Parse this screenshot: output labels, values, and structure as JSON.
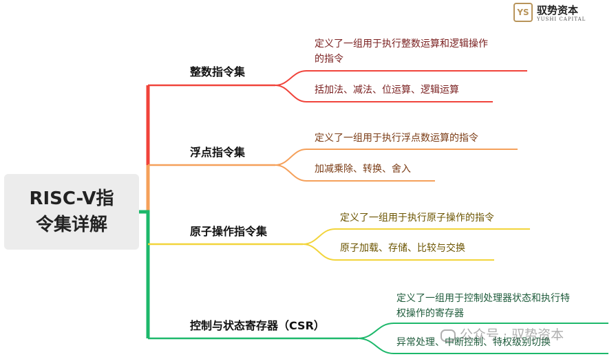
{
  "logo": {
    "cn": "驭势资本",
    "en": "YUSHI CAPITAL",
    "mark": "YS"
  },
  "root": {
    "line1": "RISC-V指",
    "line2": "令集详解"
  },
  "branches": [
    {
      "label": "整数指令集",
      "color": "#f0433a",
      "leaves": [
        "定义了一组用于执行整数运算和逻辑操作",
        "的指令",
        "括加法、减法、位运算、逻辑运算"
      ]
    },
    {
      "label": "浮点指令集",
      "color": "#f5a05a",
      "leaves": [
        "定义了一组用于执行浮点数运算的指令",
        "加减乘除、转换、舍入"
      ]
    },
    {
      "label": "原子操作指令集",
      "color": "#f2d43a",
      "leaves": [
        "定义了一组用于执行原子操作的指令",
        "原子加载、存储、比较与交换"
      ]
    },
    {
      "label": "控制与状态寄存器（CSR）",
      "color": "#1db86b",
      "leaves": [
        "定义了一组用于控制处理器状态和执行特",
        "权操作的寄存器",
        "异常处理、中断控制、特权级别切换"
      ]
    }
  ],
  "watermark": {
    "text": "公众号 · 驭势资本",
    "icon": "wechat-icon"
  }
}
